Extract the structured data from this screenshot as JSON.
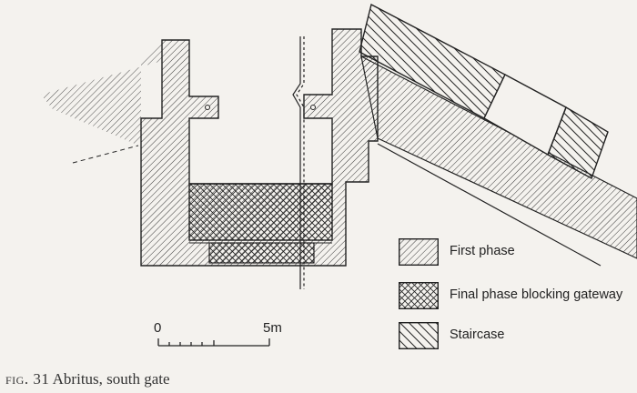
{
  "legend": [
    {
      "label": "First phase",
      "pattern": "first-phase"
    },
    {
      "label": "Final phase blocking gateway",
      "pattern": "final-phase"
    },
    {
      "label": "Staircase",
      "pattern": "staircase"
    }
  ],
  "scale": {
    "start_label": "0",
    "end_label": "5m"
  },
  "caption": {
    "fig_label": "fig. 31",
    "title": "Abritus, south gate"
  },
  "colors": {
    "ink": "#222222",
    "paper": "#f4f2ee"
  }
}
